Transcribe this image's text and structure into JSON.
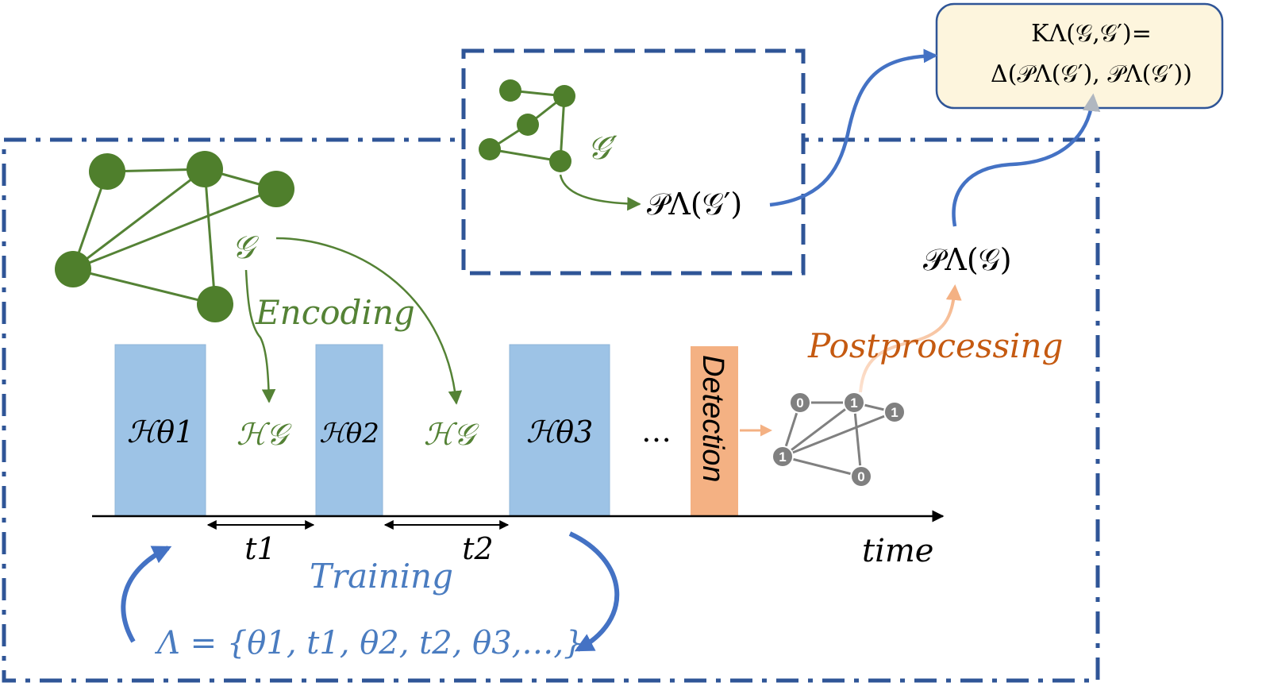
{
  "colors": {
    "green": "#548235",
    "green_node": "#4f7f2c",
    "blue_box": "#9dc3e6",
    "blue_dash": "#2f5597",
    "blue_arrow": "#4472c4",
    "blue_text": "#4a7cc0",
    "orange_box": "#f4b183",
    "orange_text": "#c55a11",
    "gray": "#808080",
    "kernel_fill": "#fdf5dd"
  },
  "kernel": {
    "line1": "KΛ(𝒢,𝒢′)=",
    "line2": "Δ(𝒫Λ(𝒢′), 𝒫Λ(𝒢′))"
  },
  "graph_prime": {
    "label": "𝒢′",
    "projection": "𝒫Λ(𝒢′)"
  },
  "graph_main": {
    "label": "𝒢",
    "encoding": "Encoding"
  },
  "timeline": {
    "blocks": [
      "ℋθ1",
      "ℋθ2",
      "ℋθ3"
    ],
    "encoded": [
      "ℋ𝒢",
      "ℋ𝒢"
    ],
    "ellipsis": "…",
    "detection": "Detection",
    "intervals": [
      "t1",
      "t2"
    ],
    "axis_label": "time"
  },
  "result_graph": {
    "node_labels": [
      "0",
      "1",
      "1",
      "1",
      "0"
    ]
  },
  "postprocessing": "Postprocessing",
  "projection_g": "𝒫Λ(𝒢)",
  "training": {
    "label": "Training",
    "params": "Λ = {θ1, t1, θ2, t2, θ3,…,}"
  }
}
